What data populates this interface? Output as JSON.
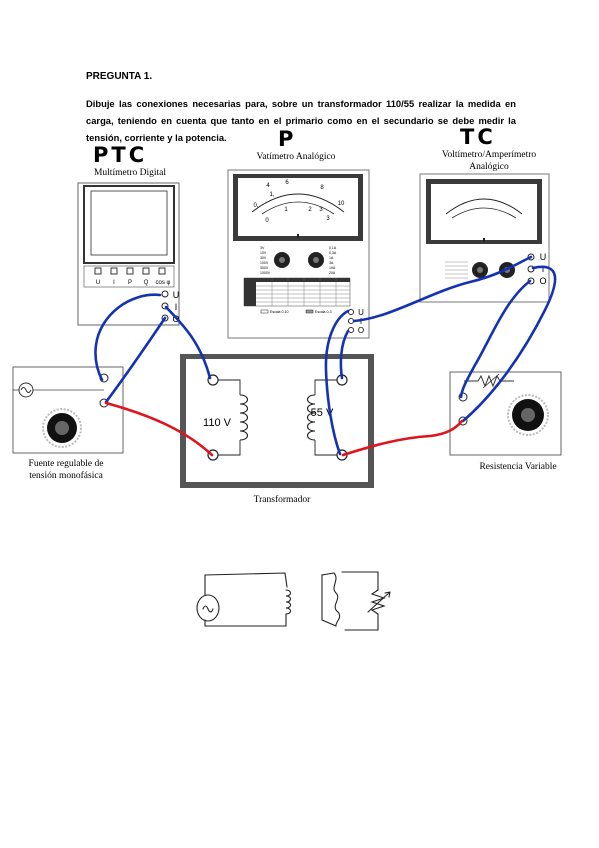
{
  "question": {
    "title": "PREGUNTA 1.",
    "text": "Dibuje las conexiones necesarias para, sobre un transformador 110/55 realizar la medida en carga, teniendo en cuenta que tanto en el primario como en el secundario se debe medir la tensión, corriente y la potencia."
  },
  "handwritten": {
    "multimeter": "PTC",
    "wattmeter": "P",
    "voltammeter": "TC"
  },
  "devices": {
    "multimeter": {
      "label": "Multímetro Digital",
      "buttons": [
        "U",
        "I",
        "P",
        "Q",
        "cos φ"
      ],
      "terminals": [
        "U",
        "I",
        "O"
      ]
    },
    "wattmeter": {
      "label": "Vatímetro Analógico",
      "scale": [
        "0",
        "1",
        "2",
        "3",
        "4",
        "6",
        "8",
        "10",
        "0,",
        "1,",
        "3"
      ],
      "terminals": [
        "U",
        "I",
        "O"
      ],
      "knob_left": [
        "3V",
        "10V",
        "30V",
        "100V",
        "300V",
        "1000V"
      ],
      "knob_right": [
        "0,1A",
        "0,3A",
        "1A",
        "3A",
        "10A",
        "20A"
      ],
      "legend": [
        "Escala 0-10",
        "Escala 0-3"
      ]
    },
    "voltammeter": {
      "label_line1": "Voltímetro/Amperímetro",
      "label_line2": "Analógico",
      "terminals": [
        "U",
        "I",
        "O"
      ]
    },
    "source": {
      "label_line1": "Fuente regulable de",
      "label_line2": "tensión monofásica"
    },
    "transformer": {
      "label": "Transformador",
      "primary": "110 V",
      "secondary": "55 V"
    },
    "resistor": {
      "label": "Resistencia Variable"
    }
  },
  "colors": {
    "wire_blue": "#1432b4",
    "wire_red": "#e0141e",
    "panel_border": "#555555",
    "transformer_frame": "#444444"
  }
}
